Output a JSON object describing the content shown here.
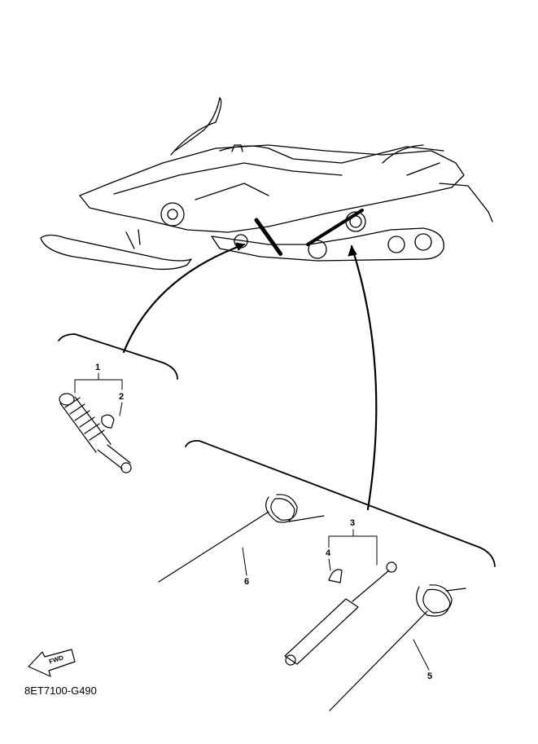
{
  "diagram": {
    "callouts": [
      "1",
      "2",
      "3",
      "4",
      "5",
      "6"
    ],
    "fwd_arrow_label": "FWD",
    "diagram_code": "8ET7100-G490",
    "colors": {
      "line": "#000000",
      "background": "#ffffff"
    }
  }
}
